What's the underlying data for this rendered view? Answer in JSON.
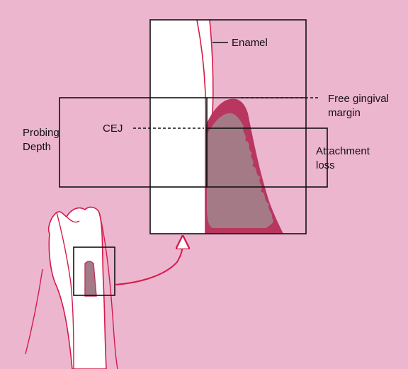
{
  "colors": {
    "background": "#ecb6cf",
    "tooth": "#ffffff",
    "tooth_outline": "#d61a4a",
    "gingiva_outer": "#b8365f",
    "gingiva_inner": "#a47a87",
    "lines": "#111111",
    "arrow": "#d61a4a"
  },
  "labels": {
    "enamel": "Enamel",
    "free_gingival_margin_line1": "Free gingival",
    "free_gingival_margin_line2": "margin",
    "cej": "CEJ",
    "probing_depth_line1": "Probing",
    "probing_depth_line2": "Depth",
    "attachment_loss_line1": "Attachment",
    "attachment_loss_line2": "loss"
  }
}
